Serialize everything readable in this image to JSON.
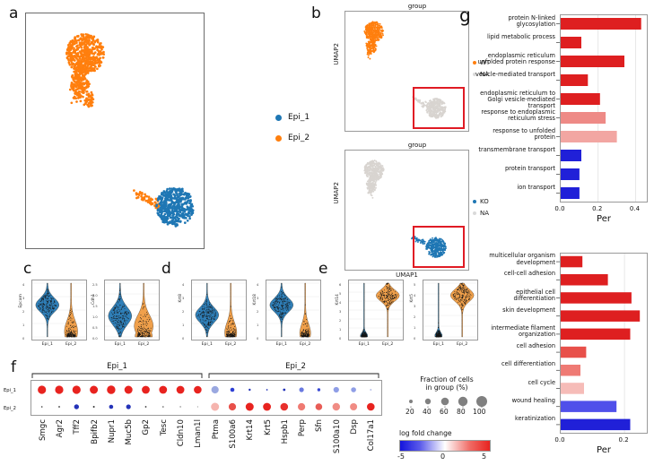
{
  "figure": {
    "panels": [
      "a",
      "b",
      "c",
      "d",
      "e",
      "f",
      "g"
    ]
  },
  "panel_a": {
    "letter": "a",
    "legend": [
      {
        "label": "Epi_1",
        "color": "#1f77b4"
      },
      {
        "label": "Epi_2",
        "color": "#ff7f0e"
      }
    ]
  },
  "panel_b": {
    "letter": "b",
    "subplots": [
      {
        "title": "group",
        "ylabel": "UMAP2",
        "xlabel": "",
        "legend": [
          {
            "label": "WT",
            "color": "#ff7f0e"
          },
          {
            "label": "NA",
            "color": "#d9d9d9"
          }
        ],
        "highlight": "red-box-lower-right"
      },
      {
        "title": "group",
        "ylabel": "UMAP2",
        "xlabel": "UMAP1",
        "legend": [
          {
            "label": "KO",
            "color": "#1f77b4"
          },
          {
            "label": "NA",
            "color": "#d9d9d9"
          }
        ],
        "highlight": "red-box-lower-right"
      }
    ]
  },
  "panel_c": {
    "letter": "c",
    "violins": [
      {
        "gene": "Epcam",
        "yticks": [
          "0",
          "1",
          "2",
          "3",
          "4"
        ],
        "xticks": [
          "Epi_1",
          "Epi_2"
        ]
      },
      {
        "gene": "Cdh1",
        "yticks": [
          "0.0",
          "0.5",
          "1.0",
          "1.5",
          "2.0",
          "2.5"
        ],
        "xticks": [
          "Epi_1",
          "Epi_2"
        ]
      }
    ]
  },
  "panel_d": {
    "letter": "d",
    "violins": [
      {
        "gene": "Krt8",
        "yticks": [
          "0",
          "1",
          "2",
          "3",
          "4"
        ],
        "xticks": [
          "Epi_1",
          "Epi_2"
        ]
      },
      {
        "gene": "Krt18",
        "yticks": [
          "0",
          "1",
          "2",
          "3",
          "4"
        ],
        "xticks": [
          "Epi_1",
          "Epi_2"
        ]
      }
    ]
  },
  "panel_e": {
    "letter": "e",
    "violins": [
      {
        "gene": "Krt14",
        "yticks": [
          "0",
          "1",
          "2",
          "3",
          "4",
          "5",
          "6"
        ],
        "xticks": [
          "Epi_1",
          "Epi_2"
        ]
      },
      {
        "gene": "Krt5",
        "yticks": [
          "0",
          "1",
          "2",
          "3",
          "4",
          "5"
        ],
        "xticks": [
          "Epi_1",
          "Epi_2"
        ]
      }
    ]
  },
  "panel_f": {
    "letter": "f",
    "groups": [
      "Epi_1",
      "Epi_2"
    ],
    "rows": [
      "Epi_1",
      "Epi_2"
    ],
    "genes_group1": [
      "Smgc",
      "Agr2",
      "Tff2",
      "Bpifb2",
      "Nupr1",
      "Muc5b",
      "Gp2",
      "Tesc",
      "Cldn10",
      "Lman1l"
    ],
    "genes_group2": [
      "Ptma",
      "S100a6",
      "Krt14",
      "Krt5",
      "Hspb1",
      "Perp",
      "Sfn",
      "S100a10",
      "Dsp",
      "Col17a1"
    ],
    "dots": {
      "row_epi1": [
        {
          "gene": "Smgc",
          "size": 9.2,
          "color": "#e8231f"
        },
        {
          "gene": "Agr2",
          "size": 9.2,
          "color": "#e8231f"
        },
        {
          "gene": "Tff2",
          "size": 9.2,
          "color": "#e8231f"
        },
        {
          "gene": "Bpifb2",
          "size": 9.0,
          "color": "#e8231f"
        },
        {
          "gene": "Nupr1",
          "size": 9.4,
          "color": "#e8231f"
        },
        {
          "gene": "Muc5b",
          "size": 9.0,
          "color": "#e8231f"
        },
        {
          "gene": "Gp2",
          "size": 8.8,
          "color": "#e8231f"
        },
        {
          "gene": "Tesc",
          "size": 8.8,
          "color": "#e8231f"
        },
        {
          "gene": "Cldn10",
          "size": 8.8,
          "color": "#e8231f"
        },
        {
          "gene": "Lman1l",
          "size": 8.6,
          "color": "#e8231f"
        },
        {
          "gene": "Ptma",
          "size": 8.2,
          "color": "#9aa8e0"
        },
        {
          "gene": "S100a6",
          "size": 4.6,
          "color": "#2d3fd4"
        },
        {
          "gene": "Krt14",
          "size": 2.4,
          "color": "#2433b8"
        },
        {
          "gene": "Krt5",
          "size": 1.8,
          "color": "#2433b8"
        },
        {
          "gene": "Hspb1",
          "size": 2.8,
          "color": "#2433b8"
        },
        {
          "gene": "Perp",
          "size": 5.2,
          "color": "#6a7ae0"
        },
        {
          "gene": "Sfn",
          "size": 3.4,
          "color": "#3a4ad4"
        },
        {
          "gene": "S100a10",
          "size": 6.2,
          "color": "#8f9ee6"
        },
        {
          "gene": "Dsp",
          "size": 5.6,
          "color": "#8f9ee6"
        },
        {
          "gene": "Col17a1",
          "size": 2.0,
          "color": "#b9c2ea"
        }
      ],
      "row_epi2": [
        {
          "gene": "Smgc",
          "size": 1.6,
          "color": "#333"
        },
        {
          "gene": "Agr2",
          "size": 1.8,
          "color": "#333"
        },
        {
          "gene": "Tff2",
          "size": 5.4,
          "color": "#2433b8"
        },
        {
          "gene": "Bpifb2",
          "size": 2.0,
          "color": "#333"
        },
        {
          "gene": "Nupr1",
          "size": 4.6,
          "color": "#2433b8"
        },
        {
          "gene": "Muc5b",
          "size": 5.2,
          "color": "#2433b8"
        },
        {
          "gene": "Gp2",
          "size": 1.8,
          "color": "#333"
        },
        {
          "gene": "Tesc",
          "size": 1.6,
          "color": "#555"
        },
        {
          "gene": "Cldn10",
          "size": 1.4,
          "color": "#777"
        },
        {
          "gene": "Lman1l",
          "size": 1.2,
          "color": "#999"
        },
        {
          "gene": "Ptma",
          "size": 9.0,
          "color": "#f5b4ae"
        },
        {
          "gene": "S100a6",
          "size": 8.2,
          "color": "#e8504a"
        },
        {
          "gene": "Krt14",
          "size": 9.0,
          "color": "#e8231f"
        },
        {
          "gene": "Krt5",
          "size": 8.8,
          "color": "#e8231f"
        },
        {
          "gene": "Hspb1",
          "size": 8.6,
          "color": "#e8302c"
        },
        {
          "gene": "Perp",
          "size": 8.2,
          "color": "#ef7a72"
        },
        {
          "gene": "Sfn",
          "size": 7.6,
          "color": "#e85c56"
        },
        {
          "gene": "S100a10",
          "size": 8.4,
          "color": "#f08c84"
        },
        {
          "gene": "Dsp",
          "size": 8.0,
          "color": "#f08c84"
        },
        {
          "gene": "Col17a1",
          "size": 8.6,
          "color": "#e8231f"
        }
      ]
    },
    "size_legend": {
      "title_line1": "Fraction of cells",
      "title_line2": "in group (%)",
      "ticks": [
        "20",
        "40",
        "60",
        "80",
        "100"
      ]
    },
    "color_legend": {
      "title": "log fold change",
      "ticks": [
        "-5",
        "0",
        "5"
      ],
      "low_color": "#2433d8",
      "mid_color": "#ffffff",
      "high_color": "#e8231f"
    }
  },
  "panel_g": {
    "letter": "g",
    "chart_data": [
      {
        "type": "bar",
        "orientation": "horizontal",
        "title": "",
        "xlabel": "Per",
        "ylabel": "",
        "xlim": [
          0,
          0.46
        ],
        "xticks": [
          "0.0",
          "0.2",
          "0.4"
        ],
        "xtick_values": [
          0.0,
          0.2,
          0.4
        ],
        "grid": true,
        "categories": [
          "protein N-linked glycosylation",
          "lipid metabolic process",
          "endoplasmic reticulum unfolded protein response",
          "vesicle-mediated transport",
          "endoplasmic reticulum to Golgi vesicle-mediated transport",
          "response to endoplasmic reticulum stress",
          "response to unfolded protein",
          "transmembrane transport",
          "protein transport",
          "ion transport"
        ],
        "values": [
          0.43,
          0.11,
          0.34,
          0.145,
          0.21,
          0.24,
          0.3,
          0.11,
          0.1,
          0.1
        ],
        "colors": [
          "#de1f20",
          "#de1f20",
          "#de1f20",
          "#de1f20",
          "#de1f20",
          "#ee8a86",
          "#f2a6a2",
          "#2020d8",
          "#2020d8",
          "#2020d8"
        ]
      },
      {
        "type": "bar",
        "orientation": "horizontal",
        "title": "",
        "xlabel": "Per",
        "ylabel": "",
        "xlim": [
          0,
          0.27
        ],
        "xticks": [
          "0.0",
          "0.2"
        ],
        "xtick_values": [
          0.0,
          0.2
        ],
        "grid": true,
        "categories": [
          "multicellular organism development",
          "cell-cell adhesion",
          "epithelial cell differentiation",
          "skin development",
          "intermediate filament organization",
          "cell adhesion",
          "cell differentiation",
          "cell cycle",
          "wound healing",
          "keratinization"
        ],
        "values": [
          0.068,
          0.148,
          0.222,
          0.248,
          0.218,
          0.08,
          0.062,
          0.073,
          0.175,
          0.218
        ],
        "colors": [
          "#de1f20",
          "#de1f20",
          "#de1f20",
          "#de1f20",
          "#de1f20",
          "#e8504a",
          "#ef7a74",
          "#f6bcb8",
          "#5050ea",
          "#2020d8"
        ]
      }
    ]
  }
}
